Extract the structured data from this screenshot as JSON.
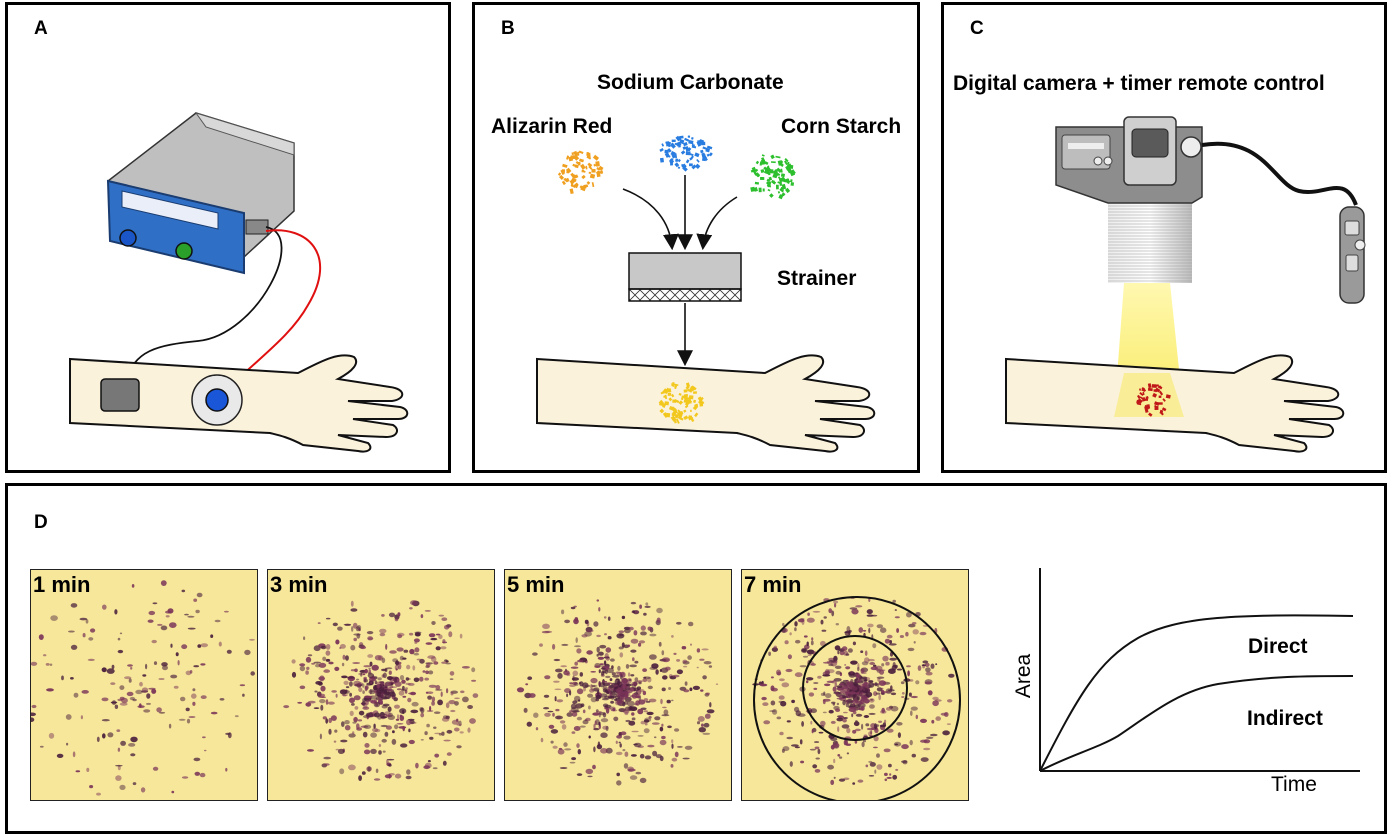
{
  "panels": {
    "a": {
      "label": "A"
    },
    "b": {
      "label": "B",
      "sodium": "Sodium Carbonate",
      "alizarin": "Alizarin Red",
      "corn": "Corn Starch",
      "strainer": "Strainer"
    },
    "c": {
      "label": "C",
      "camera": "Digital camera + timer remote control"
    },
    "d": {
      "label": "D",
      "frames": [
        "1 min",
        "3 min",
        "5 min",
        "7 min"
      ],
      "graph": {
        "xlabel": "Time",
        "ylabel": "Area",
        "direct": "Direct",
        "indirect": "Indirect"
      }
    }
  },
  "colors": {
    "alizarin": "#f0a020",
    "sodium": "#2a7de0",
    "corn": "#2dbf2d",
    "deposit": "#f2c81e",
    "stain": "#c01818",
    "skin": "#fbf2dc",
    "device_blue": "#2f6fc6",
    "wire_red": "#e01010"
  }
}
